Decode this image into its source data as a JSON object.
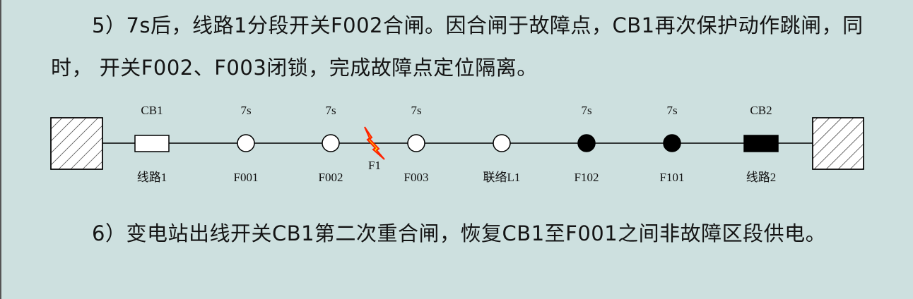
{
  "paragraphs": [
    "5）7s后，线路1分段开关F002合闸。因合闸于故障点，CB1再次保护动作跳闸，同时， 开关F002、F003闭锁，完成故障点定位隔离。",
    "6）变电站出线开关CB1第二次重合闸，恢复CB1至F001之间非故障区段供电。"
  ],
  "diagram": {
    "fault_label": "F1",
    "nodes": [
      {
        "type": "breaker",
        "state": "open",
        "top": "CB1",
        "bottom": "线路1"
      },
      {
        "type": "switch",
        "state": "open",
        "top": "7s",
        "bottom": "F001"
      },
      {
        "type": "switch",
        "state": "open",
        "top": "7s",
        "bottom": "F002"
      },
      {
        "type": "switch",
        "state": "open",
        "top": "7s",
        "bottom": "F003"
      },
      {
        "type": "switch",
        "state": "open",
        "top": "",
        "bottom": "联络L1"
      },
      {
        "type": "switch",
        "state": "closed",
        "top": "7s",
        "bottom": "F102"
      },
      {
        "type": "switch",
        "state": "closed",
        "top": "7s",
        "bottom": "F101"
      },
      {
        "type": "breaker",
        "state": "closed",
        "top": "CB2",
        "bottom": "线路2"
      }
    ]
  }
}
